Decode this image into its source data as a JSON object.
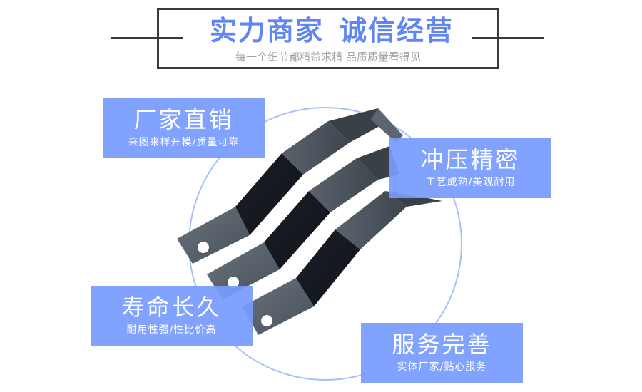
{
  "header": {
    "title_part1": "实力商家",
    "title_part2": "诚信经营",
    "subtitle": "每一个细节都精益求精 品质质量看得见",
    "title_color": "#5f86f4",
    "frame_color": "#3a3a3a"
  },
  "product": {
    "image": "three-bent-metal-connector-strips",
    "ring_color": "#a9bff8"
  },
  "features": [
    {
      "title": "厂家直销",
      "subtitle": "来图来样开模/质量可靠"
    },
    {
      "title": "冲压精密",
      "subtitle": "工艺成熟/美观耐用"
    },
    {
      "title": "寿命长久",
      "subtitle": "耐用性强/性比价高"
    },
    {
      "title": "服务完善",
      "subtitle": "实体厂家/贴心服务"
    }
  ],
  "colors": {
    "feature_box": "#7c9cff",
    "feature_text": "#ffffff",
    "subtitle_gray": "#a3a3a3"
  }
}
